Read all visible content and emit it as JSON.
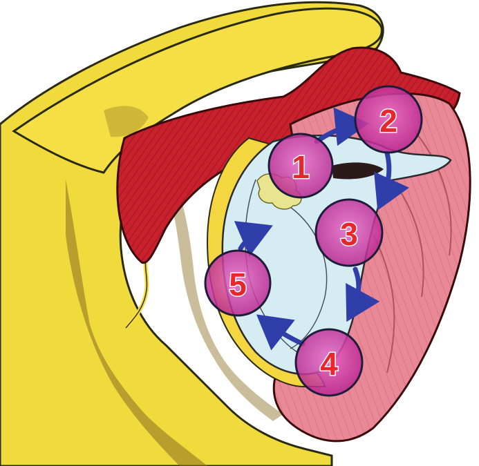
{
  "markers": [
    {
      "id": "1",
      "label": "1"
    },
    {
      "id": "2",
      "label": "2"
    },
    {
      "id": "3",
      "label": "3"
    },
    {
      "id": "4",
      "label": "4"
    },
    {
      "id": "5",
      "label": "5"
    }
  ],
  "colors": {
    "bone": "#f0da3c",
    "bone_shadow": "#8a6f20",
    "muscle": "#c8202c",
    "muscle_light": "#e8838f",
    "cavity": "#d6ecf3",
    "marker_fill": "#d437a8",
    "marker_stroke": "#1d1d3a",
    "arrow": "#2f3ea8"
  }
}
